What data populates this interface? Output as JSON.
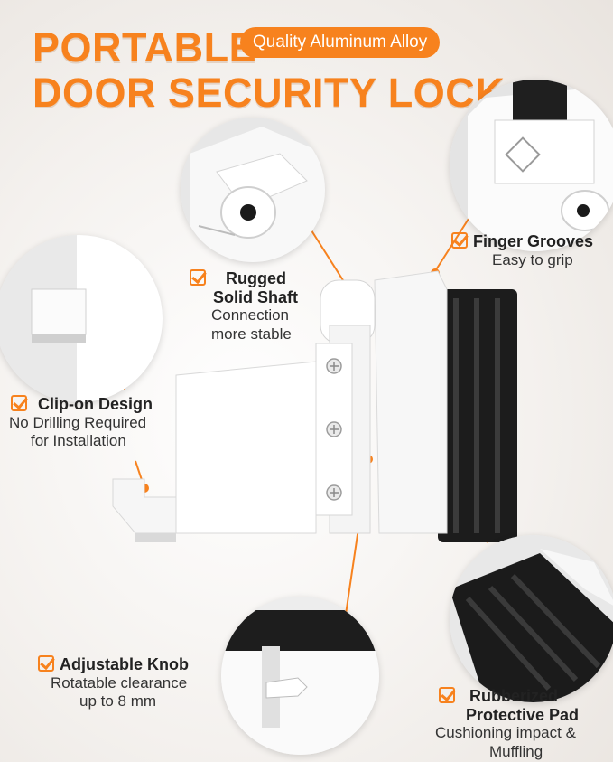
{
  "headline": {
    "line1": "PORTABLE",
    "line2": "DOOR SECURITY LOCK",
    "badge": "Quality Aluminum Alloy"
  },
  "features": {
    "rugged_shaft": {
      "title_line1": "Rugged",
      "title_line2": "Solid Shaft",
      "sub_line1": "Connection",
      "sub_line2": "more stable"
    },
    "finger_grooves": {
      "title": "Finger Grooves",
      "sub": "Easy to grip"
    },
    "clip_on": {
      "title": "Clip-on Design",
      "sub_line1": "No Drilling Required",
      "sub_line2": "for Installation"
    },
    "adjustable_knob": {
      "title": "Adjustable Knob",
      "sub_line1": "Rotatable clearance",
      "sub_line2": "up to 8 mm"
    },
    "rubberized_pad": {
      "title_line1": "Rubberized",
      "title_line2": "Protective Pad",
      "sub_line1": "Cushioning impact &",
      "sub_line2": "Muffling"
    }
  },
  "colors": {
    "accent": "#f7821e",
    "product": "#ffffff",
    "rubber": "#1c1c1c"
  },
  "icons": [
    "check-icon",
    "screw-icon",
    "lock-symbol-icon"
  ]
}
